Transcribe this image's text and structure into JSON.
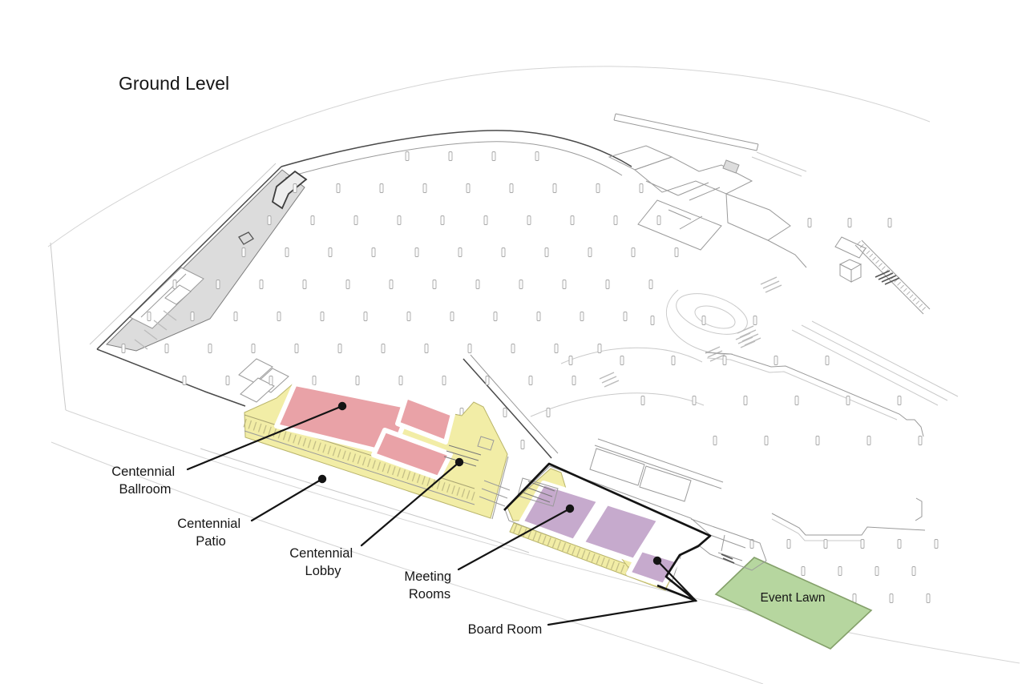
{
  "page": {
    "title": "Ground Level"
  },
  "labels": {
    "ballroom": {
      "line1": "Centennial",
      "line2": "Ballroom"
    },
    "patio": {
      "line1": "Centennial",
      "line2": "Patio"
    },
    "lobby": {
      "line1": "Centennial",
      "line2": "Lobby"
    },
    "meeting_rooms": {
      "line1": "Meeting",
      "line2": "Rooms"
    },
    "board_room": {
      "text": "Board Room"
    },
    "event_lawn": {
      "text": "Event Lawn"
    }
  },
  "colors": {
    "ballroom_fill": "#e9a2a7",
    "lobby_fill": "#f2eda6",
    "meeting_fill": "#c6aacd",
    "board_fill": "#c6aacd",
    "lawn_fill": "#b6d69f",
    "lawn_border": "#84a06a",
    "highlight_outline": "#141414",
    "leader": "#141414"
  }
}
